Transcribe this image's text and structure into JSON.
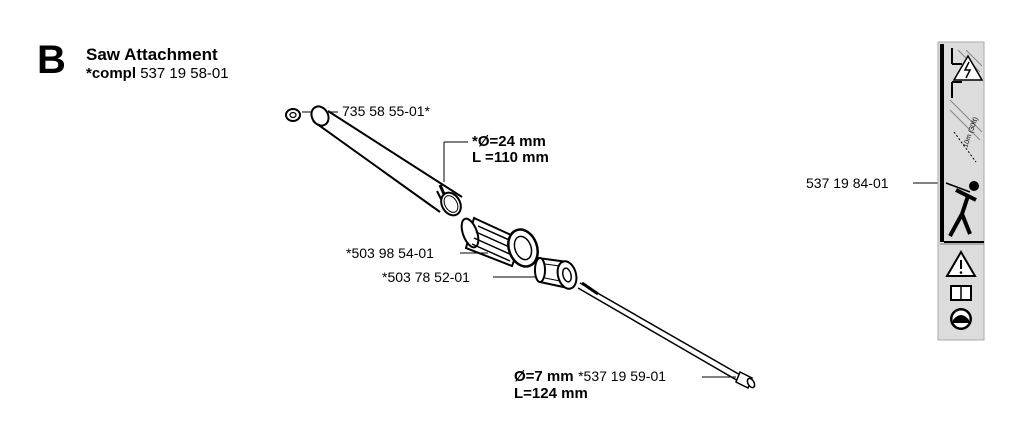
{
  "header": {
    "section_letter": "B",
    "title": "Saw Attachment",
    "compl_prefix": "*compl",
    "compl_number": "537 19 58-01"
  },
  "parts": {
    "washer": "735 58 55-01*",
    "tube_dim_diameter": "*Ø=24 mm",
    "tube_dim_length": "L =110 mm",
    "bushing": "*503 98 54-01",
    "nut": "*503 78 52-01",
    "shaft_dim_diameter": "Ø=7 mm",
    "shaft_number": "*537 19 59-01",
    "shaft_dim_length": "L=124 mm",
    "decal": "537 19 84-01"
  },
  "decal_panel": {
    "distance_text": "10m (30ft)",
    "icons": [
      "electric-hazard-icon",
      "warning-triangle-icon",
      "manual-book-icon",
      "helmet-icon"
    ]
  }
}
